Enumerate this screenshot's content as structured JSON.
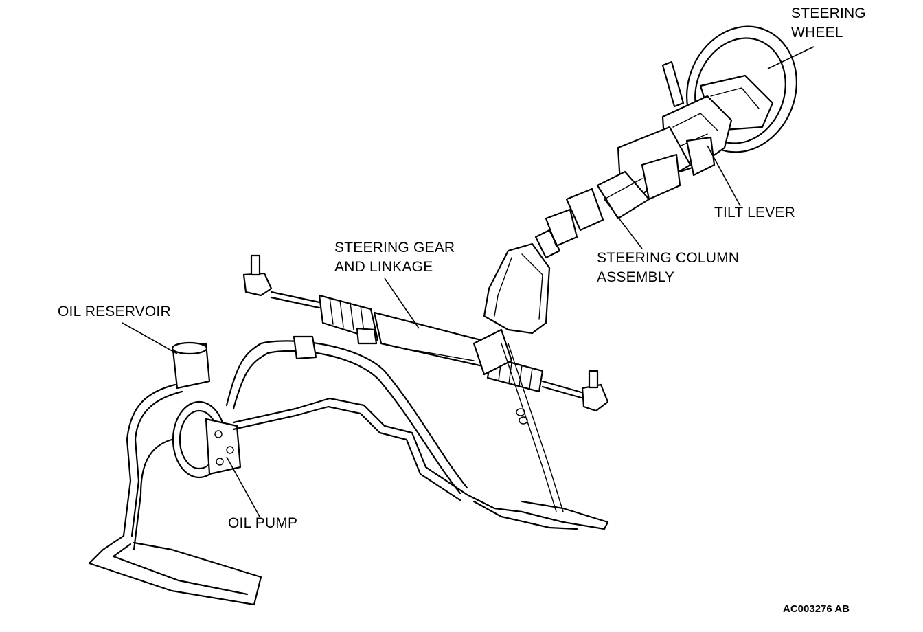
{
  "labels": {
    "steering_wheel": [
      "STEERING",
      "WHEEL"
    ],
    "tilt_lever": [
      "TILT LEVER"
    ],
    "steering_column": [
      "STEERING COLUMN",
      "ASSEMBLY"
    ],
    "steering_gear": [
      "STEERING GEAR",
      "AND LINKAGE"
    ],
    "oil_reservoir": [
      "OIL RESERVOIR"
    ],
    "oil_pump": [
      "OIL PUMP"
    ]
  },
  "reference_code": "AC003276 AB"
}
